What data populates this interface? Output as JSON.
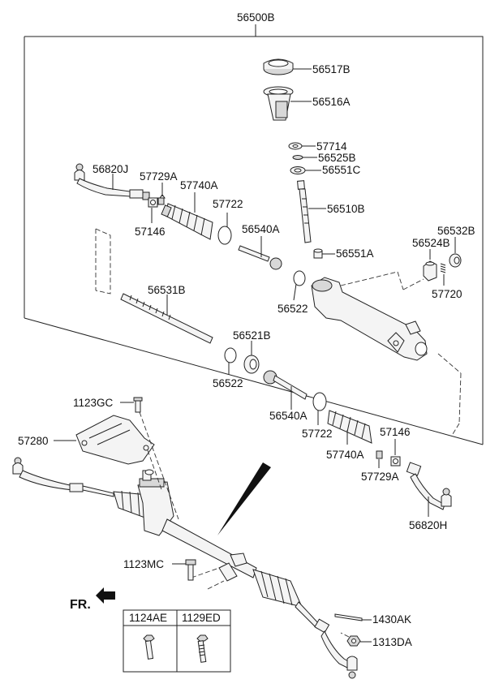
{
  "labels": {
    "assembly": "56500B",
    "p56517B": "56517B",
    "p56516A": "56516A",
    "p57714": "57714",
    "p56525B": "56525B",
    "p56551C": "56551C",
    "p56510B": "56510B",
    "p56551A": "56551A",
    "p56820J": "56820J",
    "p57729A_top": "57729A",
    "p57740A_top": "57740A",
    "p57722_top": "57722",
    "p57146_top": "57146",
    "p56540A_top": "56540A",
    "p56522_top": "56522",
    "p56532B": "56532B",
    "p56524B": "56524B",
    "p57720": "57720",
    "p56531B": "56531B",
    "p56521B": "56521B",
    "p56522_bot": "56522",
    "p56540A_bot": "56540A",
    "p57722_bot": "57722",
    "p57740A_bot": "57740A",
    "p57146_bot": "57146",
    "p57729A_bot": "57729A",
    "p56820H": "56820H",
    "p1123GC": "1123GC",
    "p57280": "57280",
    "p1123MC": "1123MC",
    "p1430AK": "1430AK",
    "p1313DA": "1313DA",
    "front": "FR."
  },
  "table": {
    "headers": [
      "1124AE",
      "1129ED"
    ]
  }
}
